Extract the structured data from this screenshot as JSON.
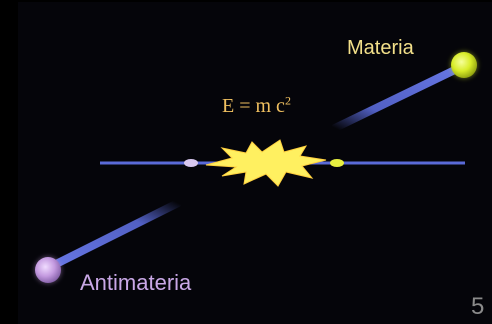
{
  "labels": {
    "materia": "Materia",
    "antimateria": "Antimateria",
    "equation_lhs": "E = m c",
    "equation_exponent": "2"
  },
  "slide_number": "5",
  "colors": {
    "background": "#05050a",
    "beam": "#5a6ad8",
    "materia_particle": "#d8ec28",
    "antimateria_particle": "#c49ae0",
    "flash": "#fff060",
    "materia_label": "#f3e08a",
    "antimateria_label": "#c9a8e6",
    "equation": "#f0c060"
  }
}
